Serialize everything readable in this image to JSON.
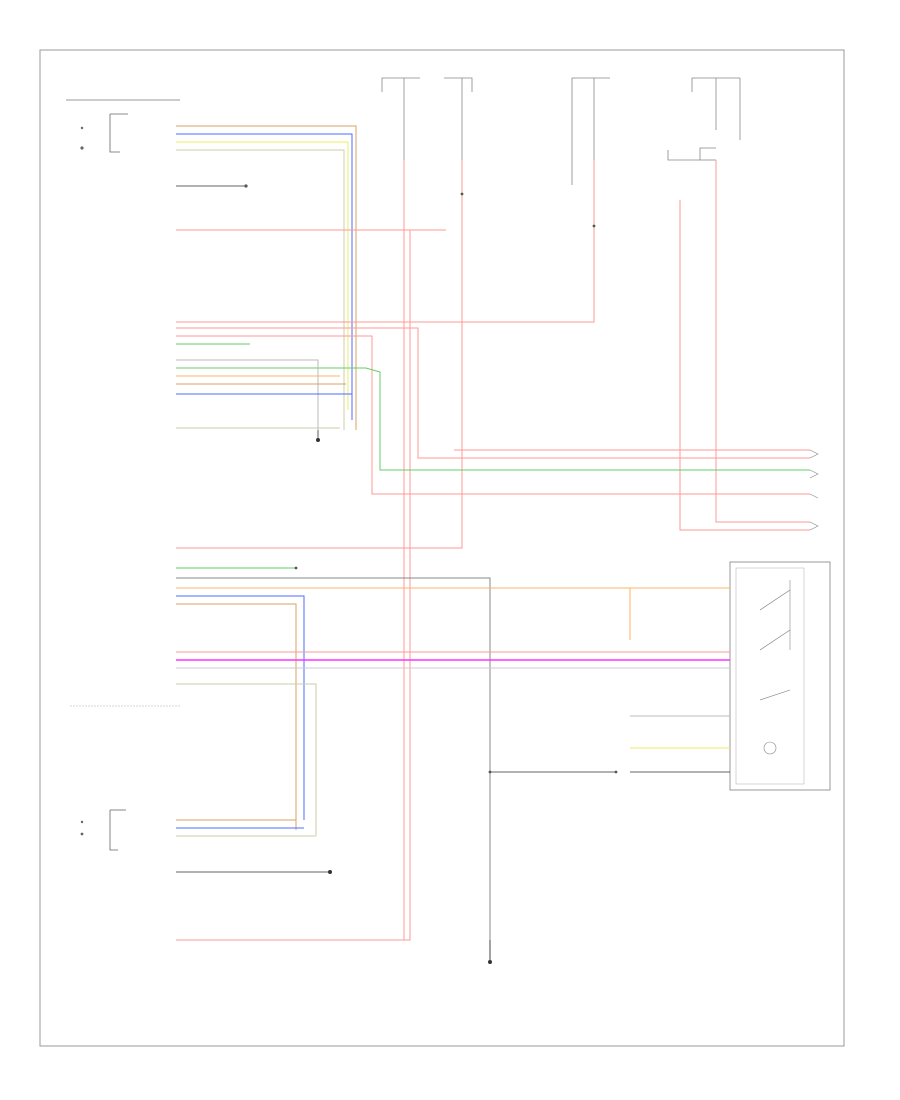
{
  "diagram": {
    "footer_code": "",
    "fuse_boxes": [
      {
        "id": "fb1",
        "header": "",
        "fuse": "",
        "desc": ""
      },
      {
        "id": "fb2",
        "header": "",
        "fuse": "",
        "desc": ""
      },
      {
        "id": "fb3",
        "header": "",
        "fuse": "",
        "desc": ""
      },
      {
        "id": "fb4",
        "header": "",
        "fuse": "",
        "desc": ""
      }
    ],
    "components": [
      {
        "id": "driver-lock-actuator",
        "label": ""
      },
      {
        "id": "driver-door-lock-switch",
        "label": ""
      },
      {
        "id": "passenger-door-lock-switch",
        "label": ""
      },
      {
        "id": "passenger-lock-actuator",
        "label": ""
      },
      {
        "id": "front-passenger-lock-module",
        "label": ""
      }
    ],
    "grounds": [
      {
        "id": "g1",
        "label": ""
      },
      {
        "id": "g2",
        "label": ""
      },
      {
        "id": "g3",
        "label": ""
      }
    ],
    "wire_colors": {
      "red_wht": "#ff9999",
      "orn": "#ffb366",
      "brn": "#d9a066",
      "blu": "#4d6bff",
      "yel": "#eeee66",
      "grn": "#66cc66",
      "pnk": "#ff33ff",
      "gray": "#888888",
      "black": "#333333"
    }
  }
}
